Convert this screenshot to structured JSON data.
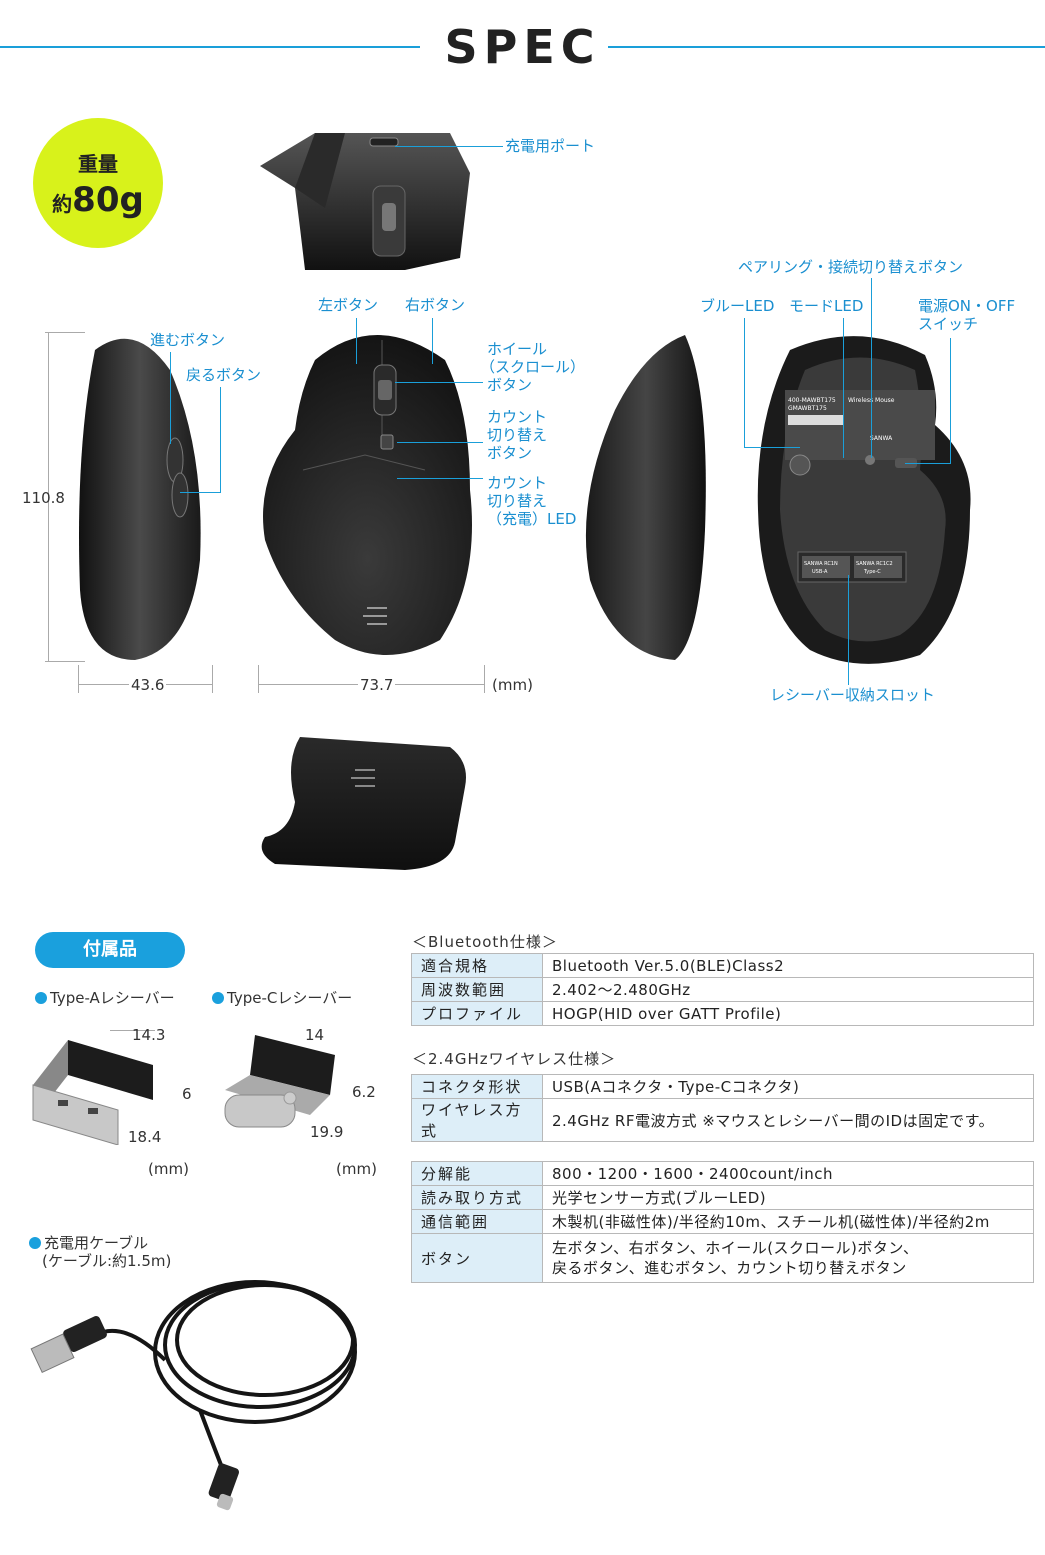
{
  "header": {
    "title": "SPEC"
  },
  "weight": {
    "line1": "重量",
    "prefix": "約",
    "value": "80g"
  },
  "callouts": {
    "charge_port": "充電用ポート",
    "pairing_button": "ペアリング・接続切り替えボタン",
    "blue_led": "ブルーLED",
    "mode_led": "モードLED",
    "power_switch_1": "電源ON・OFF",
    "power_switch_2": "スイッチ",
    "left_button": "左ボタン",
    "right_button": "右ボタン",
    "forward_button": "進むボタン",
    "back_button": "戻るボタン",
    "wheel_1": "ホイール",
    "wheel_2": "（スクロール）",
    "wheel_3": "ボタン",
    "count_switch_1": "カウント",
    "count_switch_2": "切り替え",
    "count_switch_3": "ボタン",
    "count_led_1": "カウント",
    "count_led_2": "切り替え",
    "count_led_3": "（充電）LED",
    "receiver_slot": "レシーバー収納スロット"
  },
  "dimensions": {
    "height": "110.8",
    "depth": "43.6",
    "width": "73.7",
    "unit": "(mm)"
  },
  "accessories": {
    "badge": "付属品",
    "type_a": {
      "label": "Type-Aレシーバー",
      "d1": "14.3",
      "d2": "6",
      "d3": "18.4",
      "unit": "(mm)"
    },
    "type_c": {
      "label": "Type-Cレシーバー",
      "d1": "14",
      "d2": "6.2",
      "d3": "19.9",
      "unit": "(mm)"
    },
    "cable": {
      "label": "充電用ケーブル",
      "sub": "(ケーブル:約1.5m)"
    }
  },
  "bt_spec": {
    "title": "＜Bluetooth仕様＞",
    "rows": [
      {
        "k": "適合規格",
        "v": "Bluetooth Ver.5.0(BLE)Class2"
      },
      {
        "k": "周波数範囲",
        "v": "2.402〜2.480GHz"
      },
      {
        "k": "プロファイル",
        "v": "HOGP(HID over GATT Profile)"
      }
    ]
  },
  "wl_spec": {
    "title": "＜2.4GHzワイヤレス仕様＞",
    "rows": [
      {
        "k": "コネクタ形状",
        "v": "USB(Aコネクタ・Type-Cコネクタ)"
      },
      {
        "k": "ワイヤレス方式",
        "v": "2.4GHz RF電波方式 ※マウスとレシーバー間のIDは固定です。"
      }
    ]
  },
  "gen_spec": {
    "rows": [
      {
        "k": "分解能",
        "v": "800・1200・1600・2400count/inch"
      },
      {
        "k": "読み取り方式",
        "v": "光学センサー方式(ブルーLED)"
      },
      {
        "k": "通信範囲",
        "v": "木製机(非磁性体)/半径約10m、スチール机(磁性体)/半径約2m"
      },
      {
        "k": "ボタン",
        "v1": "左ボタン、右ボタン、ホイール(スクロール)ボタン、",
        "v2": "戻るボタン、進むボタン、カウント切り替えボタン"
      }
    ]
  },
  "labels_on_device": {
    "model1": "400-MAWBT175",
    "model2": "GMAWBT175",
    "wireless": "Wireless Mouse",
    "brand": "SANWA",
    "rc1": "SANWA RC1N",
    "rc1b": "USB-A",
    "rc2": "SANWA RC1C2",
    "rc2b": "Type-C"
  }
}
